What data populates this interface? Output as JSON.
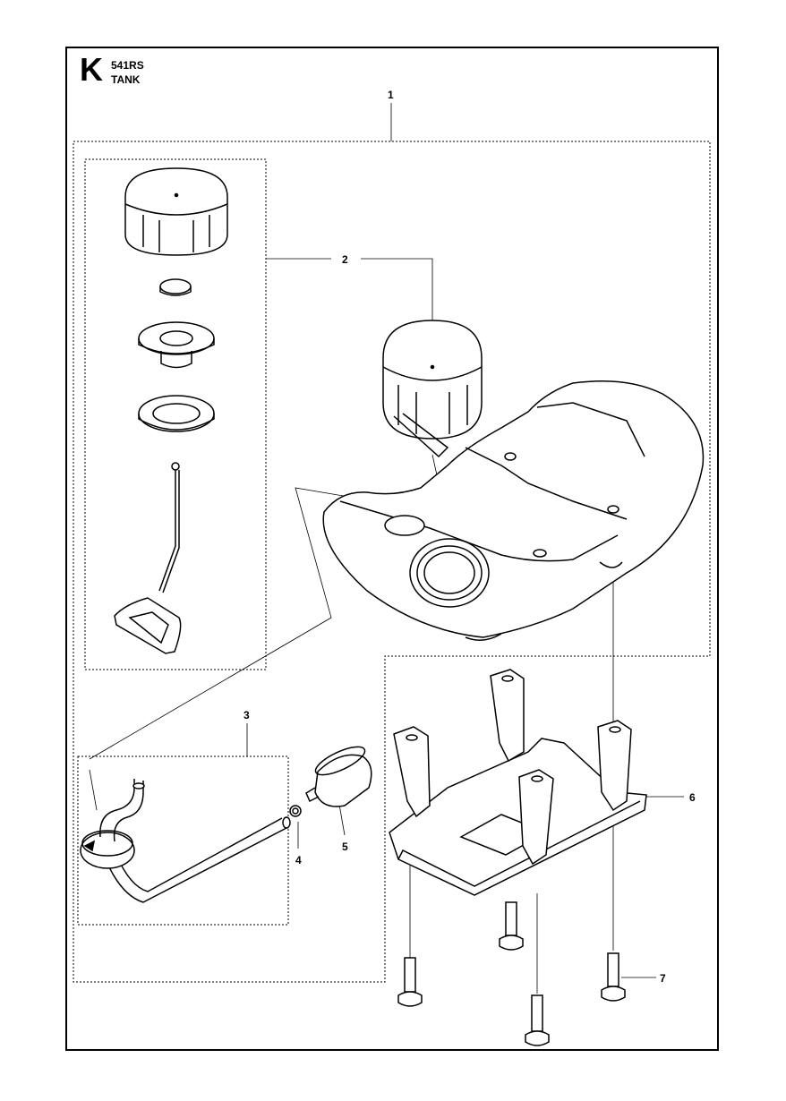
{
  "header": {
    "section_letter": "K",
    "model": "541RS",
    "title": "TANK"
  },
  "callouts": [
    {
      "number": "1",
      "part": "fuel-tank-assembly"
    },
    {
      "number": "2",
      "part": "fuel-cap-kit"
    },
    {
      "number": "3",
      "part": "fuel-hose-kit"
    },
    {
      "number": "4",
      "part": "clip"
    },
    {
      "number": "5",
      "part": "fuel-filter"
    },
    {
      "number": "6",
      "part": "tank-bracket"
    },
    {
      "number": "7",
      "part": "screw"
    }
  ]
}
